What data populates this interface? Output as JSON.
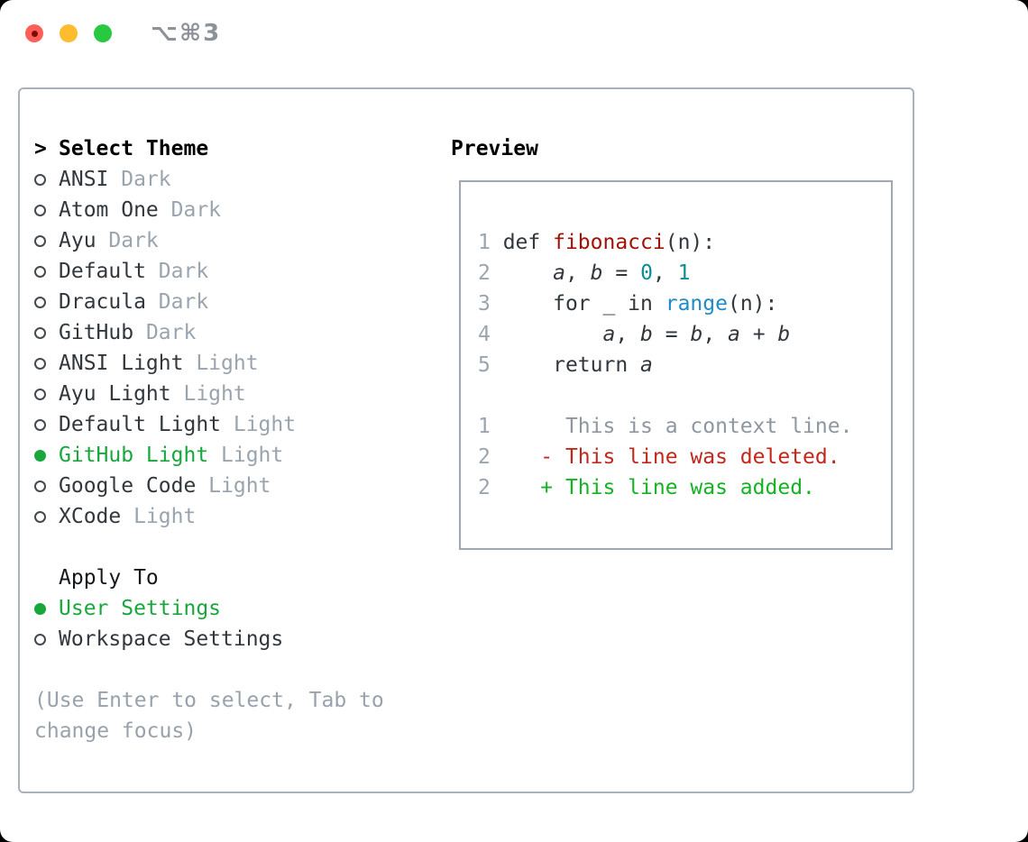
{
  "titlebar": {
    "shortcut": "⌥⌘3",
    "buttons": [
      "close",
      "minimize",
      "zoom"
    ]
  },
  "left": {
    "prompt": ">",
    "title": "Select Theme",
    "themes": [
      {
        "name": "ANSI",
        "variant": "Dark",
        "selected": false
      },
      {
        "name": "Atom One",
        "variant": "Dark",
        "selected": false
      },
      {
        "name": "Ayu",
        "variant": "Dark",
        "selected": false
      },
      {
        "name": "Default",
        "variant": "Dark",
        "selected": false
      },
      {
        "name": "Dracula",
        "variant": "Dark",
        "selected": false
      },
      {
        "name": "GitHub",
        "variant": "Dark",
        "selected": false
      },
      {
        "name": "ANSI Light",
        "variant": "Light",
        "selected": false
      },
      {
        "name": "Ayu Light",
        "variant": "Light",
        "selected": false
      },
      {
        "name": "Default Light",
        "variant": "Light",
        "selected": false
      },
      {
        "name": "GitHub Light",
        "variant": "Light",
        "selected": true
      },
      {
        "name": "Google Code",
        "variant": "Light",
        "selected": false
      },
      {
        "name": "XCode",
        "variant": "Light",
        "selected": false
      }
    ],
    "apply_title": "Apply To",
    "apply_options": [
      {
        "label": "User Settings",
        "selected": true
      },
      {
        "label": "Workspace Settings",
        "selected": false
      }
    ],
    "hint": "(Use Enter to select, Tab to change focus)"
  },
  "preview": {
    "title": "Preview",
    "lines": [
      {
        "num": "1",
        "tokens": [
          {
            "t": "def ",
            "s": "plain"
          },
          {
            "t": "fibonacci",
            "s": "fn"
          },
          {
            "t": "(n):",
            "s": "plain"
          }
        ]
      },
      {
        "num": "2",
        "tokens": [
          {
            "t": "    ",
            "s": "plain"
          },
          {
            "t": "a",
            "s": "var"
          },
          {
            "t": ", ",
            "s": "plain"
          },
          {
            "t": "b",
            "s": "var"
          },
          {
            "t": " = ",
            "s": "plain"
          },
          {
            "t": "0",
            "s": "num"
          },
          {
            "t": ", ",
            "s": "plain"
          },
          {
            "t": "1",
            "s": "num"
          }
        ]
      },
      {
        "num": "3",
        "tokens": [
          {
            "t": "    for _ in ",
            "s": "plain"
          },
          {
            "t": "range",
            "s": "builtin"
          },
          {
            "t": "(n):",
            "s": "plain"
          }
        ]
      },
      {
        "num": "4",
        "tokens": [
          {
            "t": "        ",
            "s": "plain"
          },
          {
            "t": "a",
            "s": "var"
          },
          {
            "t": ", ",
            "s": "plain"
          },
          {
            "t": "b",
            "s": "var"
          },
          {
            "t": " = ",
            "s": "plain"
          },
          {
            "t": "b",
            "s": "var"
          },
          {
            "t": ", ",
            "s": "plain"
          },
          {
            "t": "a",
            "s": "var"
          },
          {
            "t": " + ",
            "s": "plain"
          },
          {
            "t": "b",
            "s": "var"
          }
        ]
      },
      {
        "num": "5",
        "tokens": [
          {
            "t": "    return ",
            "s": "plain"
          },
          {
            "t": "a",
            "s": "var"
          }
        ]
      },
      {
        "num": "",
        "tokens": []
      },
      {
        "num": "1",
        "tokens": [
          {
            "t": "     This is a context line.",
            "s": "ctx"
          }
        ]
      },
      {
        "num": "2",
        "tokens": [
          {
            "t": "   - This line was deleted.",
            "s": "del"
          }
        ]
      },
      {
        "num": "2",
        "tokens": [
          {
            "t": "   + This line was added.",
            "s": "add"
          }
        ]
      }
    ]
  },
  "colors": {
    "accent_green": "#19a73d",
    "diff_added": "#15b224",
    "diff_deleted": "#c1271b",
    "function_red": "#a31106",
    "number_teal": "#0d8d94",
    "builtin_blue": "#1e8bc7",
    "muted_gray": "#9aa4ae",
    "panel_border": "#a9b2ba",
    "traffic_red": "#ff5f57",
    "traffic_yellow": "#febc2e",
    "traffic_green": "#28c840"
  }
}
